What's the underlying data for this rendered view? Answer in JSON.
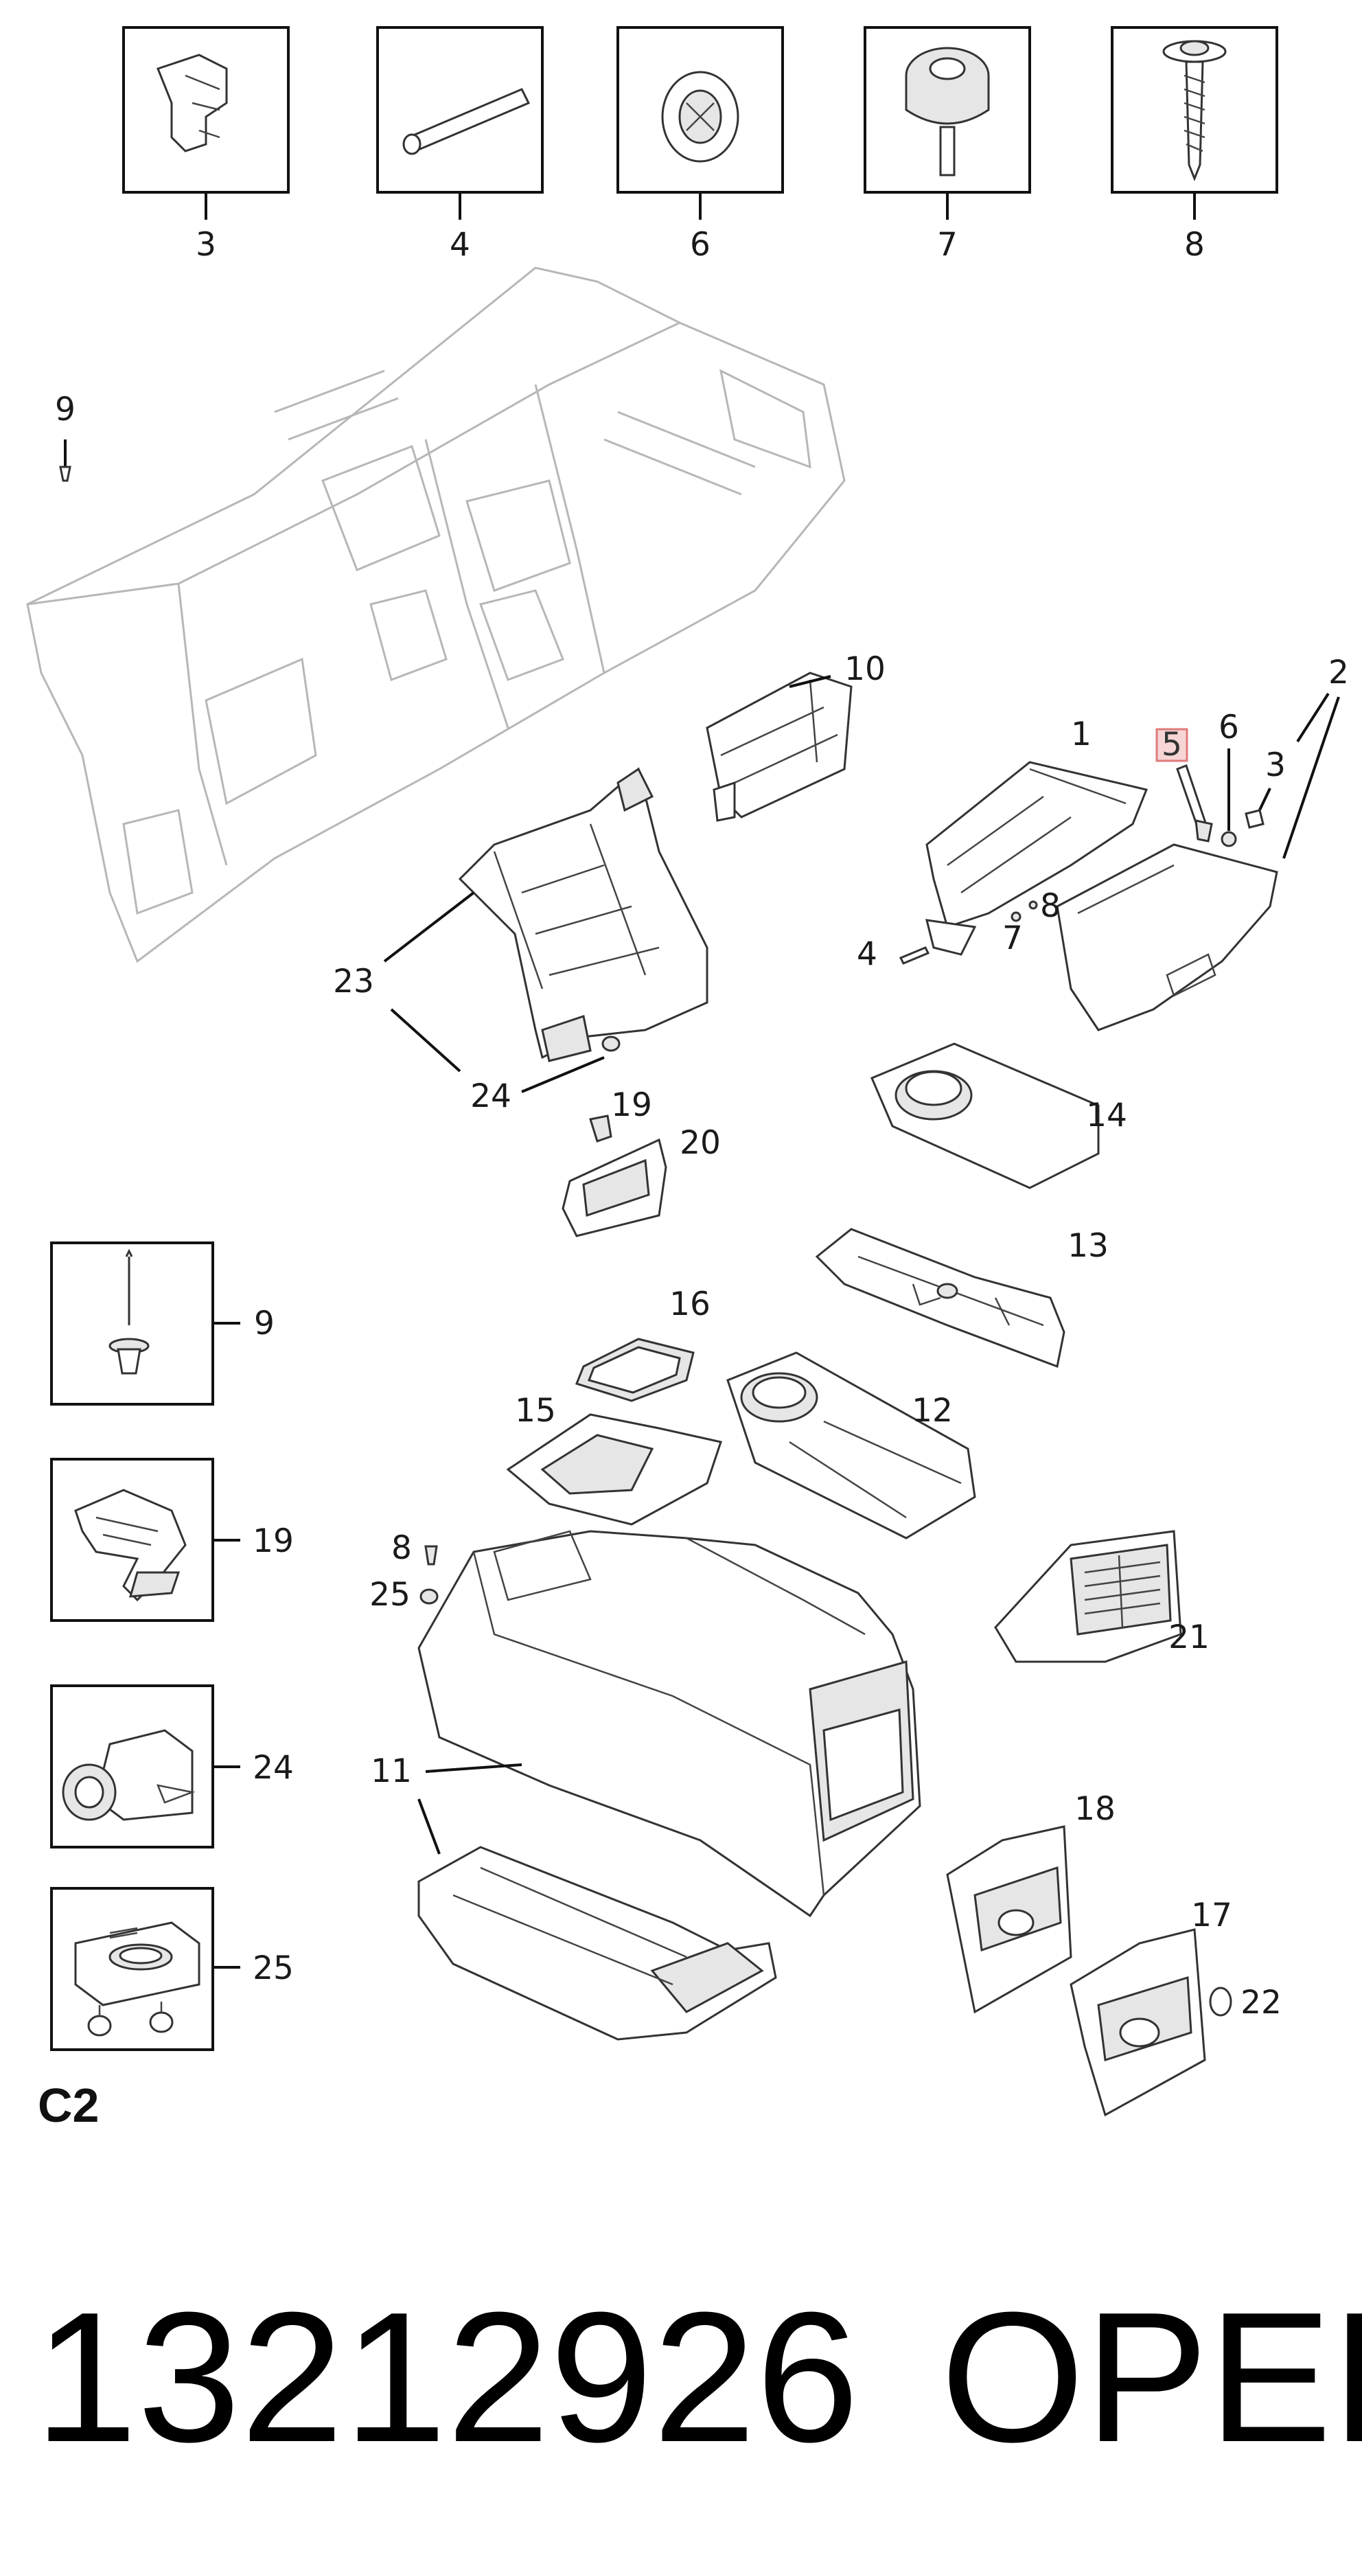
{
  "diagram": {
    "top_insets": [
      "3",
      "4",
      "6",
      "7",
      "8"
    ],
    "callouts": {
      "n9_top": "9",
      "n10": "10",
      "n1": "1",
      "n5": "5",
      "n6": "6",
      "n2": "2",
      "n3": "3",
      "n8": "8",
      "n7": "7",
      "n4": "4",
      "n23": "23",
      "n24": "24",
      "n19": "19",
      "n20": "20",
      "n14": "14",
      "n13": "13",
      "n16": "16",
      "n15": "15",
      "n12": "12",
      "n8b": "8",
      "n25": "25",
      "n21": "21",
      "n11": "11",
      "n18": "18",
      "n17": "17",
      "n22": "22"
    },
    "side_insets": [
      "9",
      "19",
      "24",
      "25"
    ],
    "section_label": "C2",
    "highlight_color": "#e07a7a"
  },
  "footer": {
    "part_number": "13212926",
    "brand": "OPEL"
  }
}
